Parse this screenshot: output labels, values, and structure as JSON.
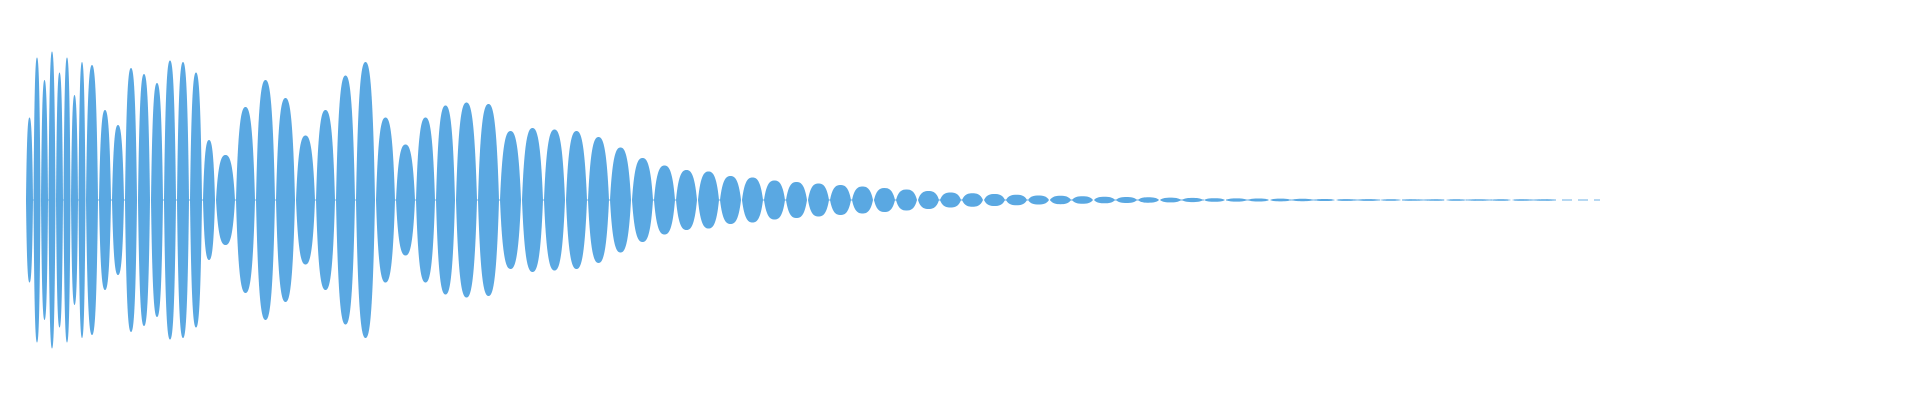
{
  "waveform": {
    "color": "#5aa8e2",
    "background": "#ffffff",
    "envelope": [
      0.55,
      0.95,
      0.8,
      0.99,
      0.85,
      0.95,
      0.7,
      0.92,
      0.9,
      0.6,
      0.5,
      0.88,
      0.84,
      0.78,
      0.93,
      0.92,
      0.85,
      0.4,
      0.3,
      0.62,
      0.8,
      0.68,
      0.43,
      0.6,
      0.83,
      0.92,
      0.55,
      0.37,
      0.55,
      0.63,
      0.65,
      0.64,
      0.46,
      0.48,
      0.47,
      0.46,
      0.42,
      0.35,
      0.28,
      0.23,
      0.2,
      0.19,
      0.16,
      0.15,
      0.13,
      0.12,
      0.11,
      0.1,
      0.09,
      0.08,
      0.07,
      0.06,
      0.05,
      0.045,
      0.04,
      0.035,
      0.03,
      0.028,
      0.025,
      0.022,
      0.02,
      0.018,
      0.016,
      0.014,
      0.012,
      0.011,
      0.01,
      0.009,
      0.008,
      0.007,
      0.006,
      0.006,
      0.005,
      0.005,
      0.004,
      0.004,
      0.004,
      0.003,
      0.003,
      0.003
    ]
  }
}
